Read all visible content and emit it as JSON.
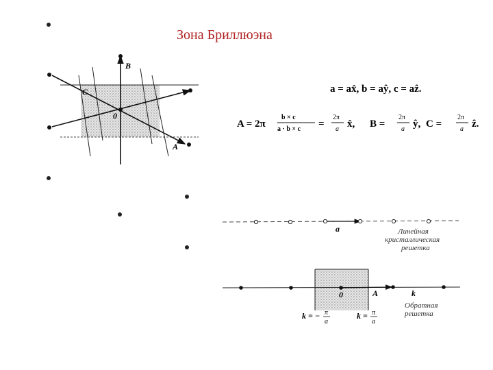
{
  "slide": {
    "title": "Зона Бриллюэна"
  },
  "fig1": {
    "label_B": "B",
    "label_A": "A",
    "label_C": "C",
    "label_O": "0"
  },
  "equations": {
    "line1": "a = ax̂,   b = aŷ,   c = aẑ.",
    "A_lhs": "A = 2π",
    "A_num": "b × c",
    "A_den": "a · b × c",
    "eq1": "=",
    "twopi": "2π",
    "a": "a",
    "x_hat": "x̂,",
    "B_lhs": "B =",
    "y_hat": "ŷ,",
    "C_lhs": "C =",
    "z_hat": "ẑ."
  },
  "fig2": {
    "label_a": "a",
    "caption_line1": "Линейная",
    "caption_line2": "кристаллическая",
    "caption_line3": "решетка"
  },
  "fig3": {
    "label_0": "0",
    "label_A": "A",
    "label_k": "k",
    "k_left": "k = −",
    "k_right": "k =",
    "pi": "π",
    "a": "a",
    "caption_line1": "Обратная",
    "caption_line2": "решетка"
  }
}
